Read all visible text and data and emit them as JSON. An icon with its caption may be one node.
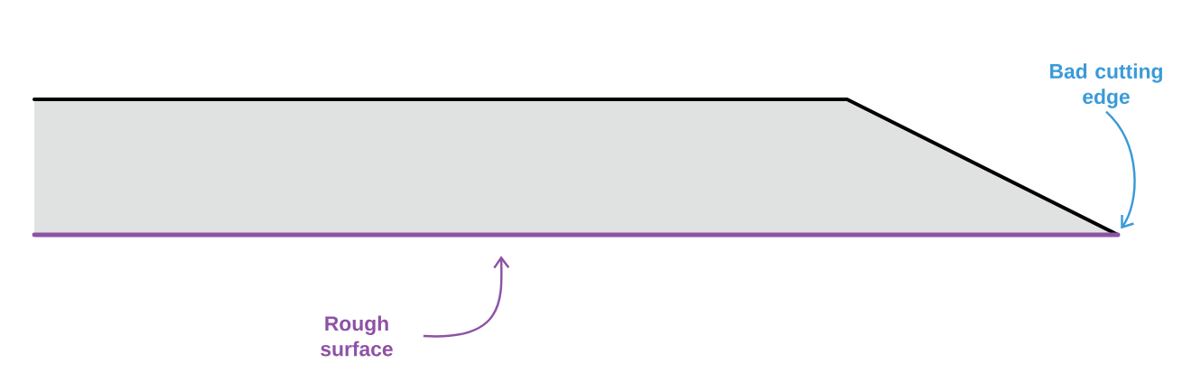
{
  "diagram": {
    "nodes": [
      {
        "text": [],
        "shape": "picture"
      },
      {
        "text": [
          "Bad cutting edge"
        ]
      },
      {
        "text": [
          "Rough surface"
        ]
      }
    ],
    "edges": [
      {
        "from": 1,
        "to": 0,
        "arrow": "to",
        "color": "#3a9ad9"
      },
      {
        "from": 2,
        "to": 0,
        "arrow": "to",
        "color": "#8e52a5"
      }
    ]
  }
}
